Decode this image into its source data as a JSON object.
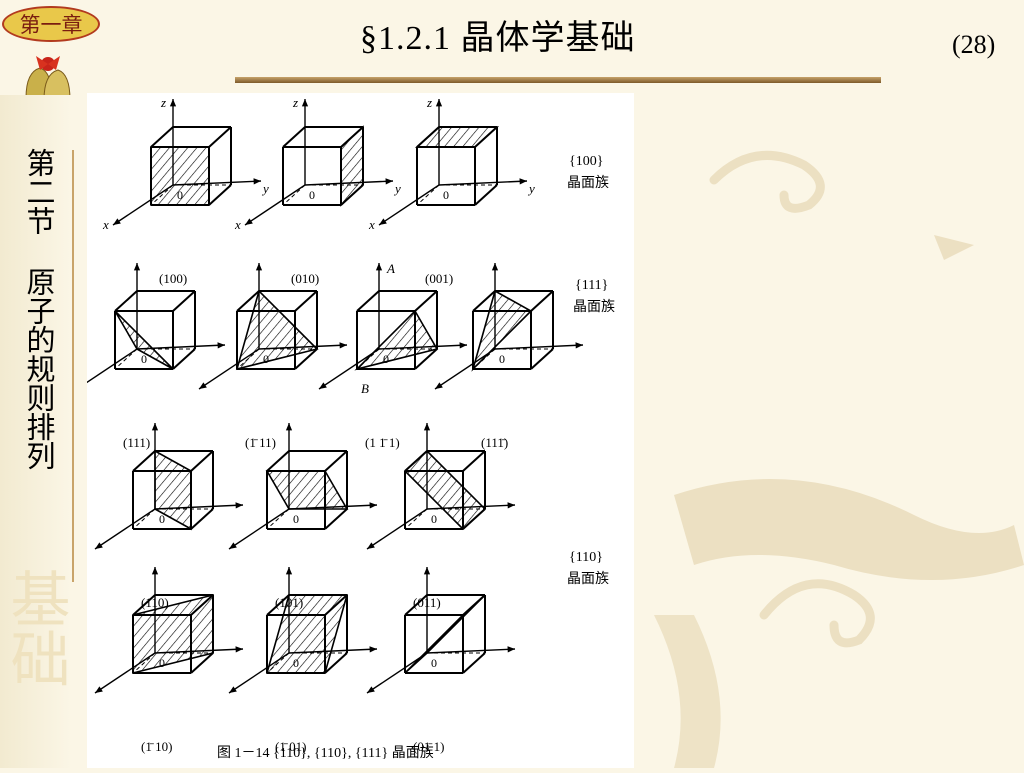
{
  "chapter_badge": "第一章",
  "title": "§1.2.1  晶体学基础",
  "page_number": "(28)",
  "sidebar_text": "第二节  原子的规则排列",
  "watermark_text": "基础",
  "figure": {
    "rows": [
      [
        {
          "label": "(100)",
          "plane": "100"
        },
        {
          "label": "(010)",
          "plane": "010"
        },
        {
          "label": "(001)",
          "plane": "001"
        }
      ],
      [
        {
          "label": "(111)",
          "plane": "111"
        },
        {
          "label": "(1̄ 11)",
          "plane": "-111"
        },
        {
          "label": "(1 1̄ 1)",
          "plane": "1-11"
        },
        {
          "label": "(111̄)",
          "plane": "11-1"
        }
      ],
      [
        {
          "label": "(110)",
          "plane": "110"
        },
        {
          "label": "(101)",
          "plane": "101"
        },
        {
          "label": "(011)",
          "plane": "011"
        }
      ],
      [
        {
          "label": "(1̄ 10)",
          "plane": "-110"
        },
        {
          "label": "(1̄ 01)",
          "plane": "-101"
        },
        {
          "label": "(01̄ 1)",
          "plane": "0-11"
        }
      ]
    ],
    "family_labels": [
      {
        "index": "{100}",
        "name": "晶面族"
      },
      {
        "index": "{111}",
        "name": "晶面族"
      },
      {
        "index": "{110}",
        "name": "晶面族"
      }
    ],
    "axis_labels": {
      "x": "x",
      "y": "y",
      "z": "z",
      "origin": "0",
      "A": "A",
      "B": "B"
    },
    "caption": "图 1－14    {110}, {110}, {111} 晶面族"
  }
}
